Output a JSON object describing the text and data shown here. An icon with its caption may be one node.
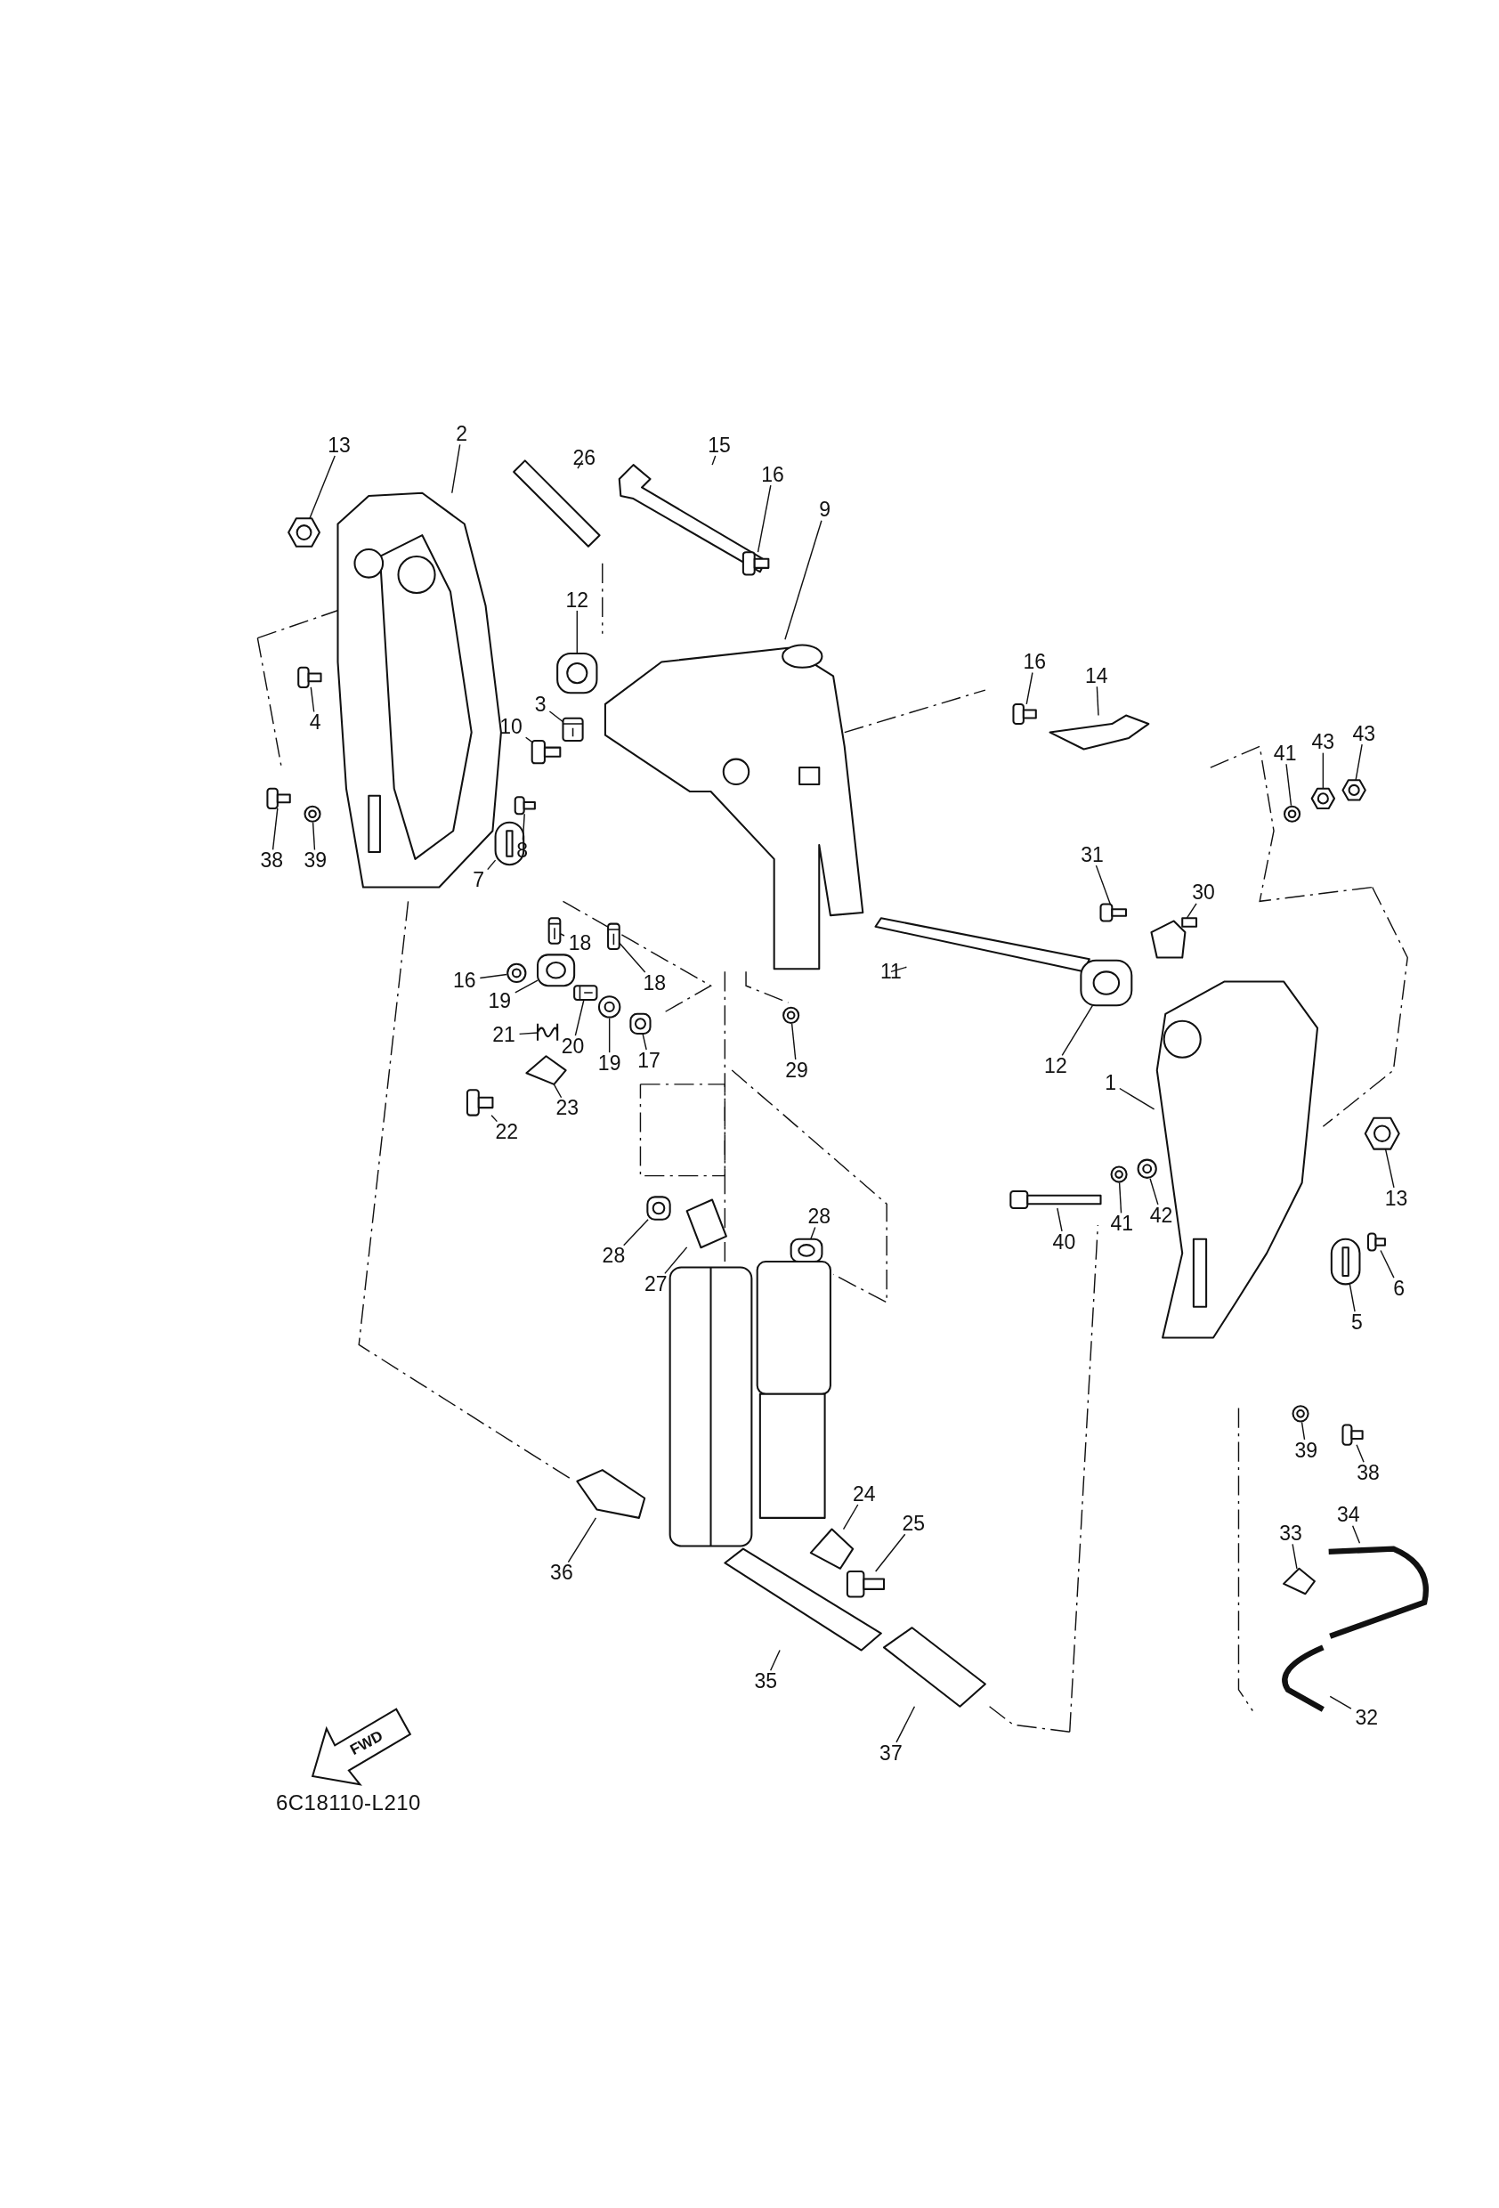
{
  "diagram": {
    "nodes": [
      {
        "text": [
          "13"
        ]
      },
      {
        "text": [
          "2"
        ]
      },
      {
        "text": [
          "26"
        ]
      },
      {
        "text": [
          "15"
        ]
      },
      {
        "text": [
          "16"
        ]
      },
      {
        "text": [
          "9"
        ]
      },
      {
        "text": [
          "12"
        ]
      },
      {
        "text": [
          "4"
        ]
      },
      {
        "text": [
          "3"
        ]
      },
      {
        "text": [
          "10"
        ]
      },
      {
        "text": [
          "16"
        ]
      },
      {
        "text": [
          "14"
        ]
      },
      {
        "text": [
          "41"
        ]
      },
      {
        "text": [
          "43"
        ]
      },
      {
        "text": [
          "43"
        ]
      },
      {
        "text": [
          "38"
        ]
      },
      {
        "text": [
          "39"
        ]
      },
      {
        "text": [
          "8"
        ]
      },
      {
        "text": [
          "7"
        ]
      },
      {
        "text": [
          "31"
        ]
      },
      {
        "text": [
          "30"
        ]
      },
      {
        "text": [
          "16"
        ]
      },
      {
        "text": [
          "18"
        ]
      },
      {
        "text": [
          "18"
        ]
      },
      {
        "text": [
          "19"
        ]
      },
      {
        "text": [
          "20"
        ]
      },
      {
        "text": [
          "19"
        ]
      },
      {
        "text": [
          "17"
        ]
      },
      {
        "text": [
          "21"
        ]
      },
      {
        "text": [
          "23"
        ]
      },
      {
        "text": [
          "22"
        ]
      },
      {
        "text": [
          "11"
        ]
      },
      {
        "text": [
          "12"
        ]
      },
      {
        "text": [
          "29"
        ]
      },
      {
        "text": [
          "1"
        ]
      },
      {
        "text": [
          "13"
        ]
      },
      {
        "text": [
          "40"
        ]
      },
      {
        "text": [
          "41"
        ]
      },
      {
        "text": [
          "42"
        ]
      },
      {
        "text": [
          "28"
        ]
      },
      {
        "text": [
          "27"
        ]
      },
      {
        "text": [
          "28"
        ]
      },
      {
        "text": [
          "5"
        ]
      },
      {
        "text": [
          "6"
        ]
      },
      {
        "text": [
          "39"
        ]
      },
      {
        "text": [
          "38"
        ]
      },
      {
        "text": [
          "24"
        ]
      },
      {
        "text": [
          "25"
        ]
      },
      {
        "text": [
          "33"
        ]
      },
      {
        "text": [
          "34"
        ]
      },
      {
        "text": [
          "36"
        ]
      },
      {
        "text": [
          "35"
        ]
      },
      {
        "text": [
          "32"
        ]
      },
      {
        "text": [
          "37"
        ]
      },
      {
        "text": [],
        "shape": "picture"
      },
      {
        "text": [],
        "shape": "picture"
      },
      {
        "text": [],
        "shape": "picture"
      },
      {
        "text": [],
        "shape": "picture"
      },
      {
        "text": [],
        "shape": "picture"
      },
      {
        "text": [],
        "shape": "picture"
      },
      {
        "text": [],
        "shape": "picture"
      },
      {
        "text": [],
        "shape": "picture"
      },
      {
        "text": [],
        "shape": "picture"
      },
      {
        "text": [],
        "shape": "picture"
      },
      {
        "text": [],
        "shape": "picture"
      },
      {
        "text": [],
        "shape": "picture"
      },
      {
        "text": [],
        "shape": "picture"
      },
      {
        "text": [],
        "shape": "picture"
      },
      {
        "text": [],
        "shape": "picture"
      },
      {
        "text": [],
        "shape": "picture"
      },
      {
        "text": [],
        "shape": "picture"
      },
      {
        "text": [],
        "shape": "picture"
      },
      {
        "text": [],
        "shape": "picture"
      },
      {
        "text": [],
        "shape": "picture"
      },
      {
        "text": [],
        "shape": "picture"
      },
      {
        "text": [],
        "shape": "picture"
      },
      {
        "text": [],
        "shape": "picture"
      },
      {
        "text": [],
        "shape": "picture"
      },
      {
        "text": [],
        "shape": "picture"
      },
      {
        "text": [],
        "shape": "picture"
      },
      {
        "text": [],
        "shape": "picture"
      },
      {
        "text": [],
        "shape": "picture"
      },
      {
        "text": [],
        "shape": "picture"
      },
      {
        "text": [],
        "shape": "picture"
      },
      {
        "text": [],
        "shape": "picture"
      },
      {
        "text": [],
        "shape": "picture"
      },
      {
        "text": [],
        "shape": "picture"
      },
      {
        "text": [],
        "shape": "picture"
      },
      {
        "text": [],
        "shape": "picture"
      },
      {
        "text": [],
        "shape": "picture"
      },
      {
        "text": [],
        "shape": "picture"
      },
      {
        "text": [],
        "shape": "picture"
      },
      {
        "text": [],
        "shape": "picture"
      },
      {
        "text": [],
        "shape": "picture"
      },
      {
        "text": [],
        "shape": "picture"
      },
      {
        "text": [],
        "shape": "picture"
      },
      {
        "text": [],
        "shape": "picture"
      },
      {
        "text": [],
        "shape": "picture"
      },
      {
        "text": [],
        "shape": "picture"
      },
      {
        "text": [],
        "shape": "picture"
      },
      {
        "text": [],
        "shape": "picture"
      },
      {
        "text": [],
        "shape": "picture"
      },
      {
        "text": [],
        "shape": "picture"
      },
      {
        "text": [],
        "shape": "picture"
      },
      {
        "text": [],
        "shape": "picture"
      },
      {
        "text": [],
        "shape": "picture"
      },
      {
        "text": [],
        "shape": "picture"
      },
      {
        "text": [],
        "shape": "picture"
      },
      {
        "text": [
          "FWD"
        ]
      }
    ],
    "edges": [
      {
        "from": 0,
        "to": 54,
        "arrow": "none"
      },
      {
        "from": 1,
        "to": 55,
        "arrow": "none"
      },
      {
        "from": 2,
        "to": 56,
        "arrow": "none"
      },
      {
        "from": 3,
        "to": 57,
        "arrow": "none"
      },
      {
        "from": 4,
        "to": 58,
        "arrow": "none"
      },
      {
        "from": 5,
        "to": 59,
        "arrow": "none"
      },
      {
        "from": 6,
        "to": 60,
        "arrow": "none"
      },
      {
        "from": 7,
        "to": 61,
        "arrow": "none"
      },
      {
        "from": 8,
        "to": 62,
        "arrow": "none"
      },
      {
        "from": 9,
        "to": 63,
        "arrow": "none"
      },
      {
        "from": 10,
        "to": 64,
        "arrow": "none"
      },
      {
        "from": 11,
        "to": 65,
        "arrow": "none"
      },
      {
        "from": 12,
        "to": 66,
        "arrow": "none"
      },
      {
        "from": 13,
        "to": 67,
        "arrow": "none"
      },
      {
        "from": 14,
        "to": 68,
        "arrow": "none"
      },
      {
        "from": 15,
        "to": 69,
        "arrow": "none"
      },
      {
        "from": 16,
        "to": 70,
        "arrow": "none"
      },
      {
        "from": 17,
        "to": 71,
        "arrow": "none"
      },
      {
        "from": 18,
        "to": 72,
        "arrow": "none"
      },
      {
        "from": 19,
        "to": 73,
        "arrow": "none"
      },
      {
        "from": 20,
        "to": 74,
        "arrow": "none"
      },
      {
        "from": 21,
        "to": 75,
        "arrow": "none"
      },
      {
        "from": 22,
        "to": 76,
        "arrow": "none"
      },
      {
        "from": 23,
        "to": 77,
        "arrow": "none"
      },
      {
        "from": 24,
        "to": 78,
        "arrow": "none"
      },
      {
        "from": 25,
        "to": 79,
        "arrow": "none"
      },
      {
        "from": 26,
        "to": 80,
        "arrow": "none"
      },
      {
        "from": 27,
        "to": 81,
        "arrow": "none"
      },
      {
        "from": 28,
        "to": 82,
        "arrow": "none"
      },
      {
        "from": 29,
        "to": 83,
        "arrow": "none"
      },
      {
        "from": 30,
        "to": 84,
        "arrow": "none"
      },
      {
        "from": 31,
        "to": 85,
        "arrow": "none"
      },
      {
        "from": 32,
        "to": 86,
        "arrow": "none"
      },
      {
        "from": 33,
        "to": 87,
        "arrow": "none"
      },
      {
        "from": 34,
        "to": 88,
        "arrow": "none"
      },
      {
        "from": 35,
        "to": 89,
        "arrow": "none"
      },
      {
        "from": 36,
        "to": 90,
        "arrow": "none"
      },
      {
        "from": 37,
        "to": 91,
        "arrow": "none"
      },
      {
        "from": 38,
        "to": 92,
        "arrow": "none"
      },
      {
        "from": 39,
        "to": 93,
        "arrow": "none"
      },
      {
        "from": 40,
        "to": 94,
        "arrow": "none"
      },
      {
        "from": 41,
        "to": 95,
        "arrow": "none"
      },
      {
        "from": 42,
        "to": 96,
        "arrow": "none"
      },
      {
        "from": 43,
        "to": 97,
        "arrow": "none"
      },
      {
        "from": 44,
        "to": 98,
        "arrow": "none"
      },
      {
        "from": 45,
        "to": 99,
        "arrow": "none"
      },
      {
        "from": 46,
        "to": 100,
        "arrow": "none"
      },
      {
        "from": 47,
        "to": 101,
        "arrow": "none"
      },
      {
        "from": 48,
        "to": 102,
        "arrow": "none"
      },
      {
        "from": 49,
        "to": 103,
        "arrow": "none"
      },
      {
        "from": 50,
        "to": 104,
        "arrow": "none"
      },
      {
        "from": 51,
        "to": 105,
        "arrow": "none"
      },
      {
        "from": 52,
        "to": 106,
        "arrow": "none"
      },
      {
        "from": 53,
        "to": 107,
        "arrow": "none"
      }
    ],
    "labels": [
      "6C18110-L210"
    ]
  }
}
